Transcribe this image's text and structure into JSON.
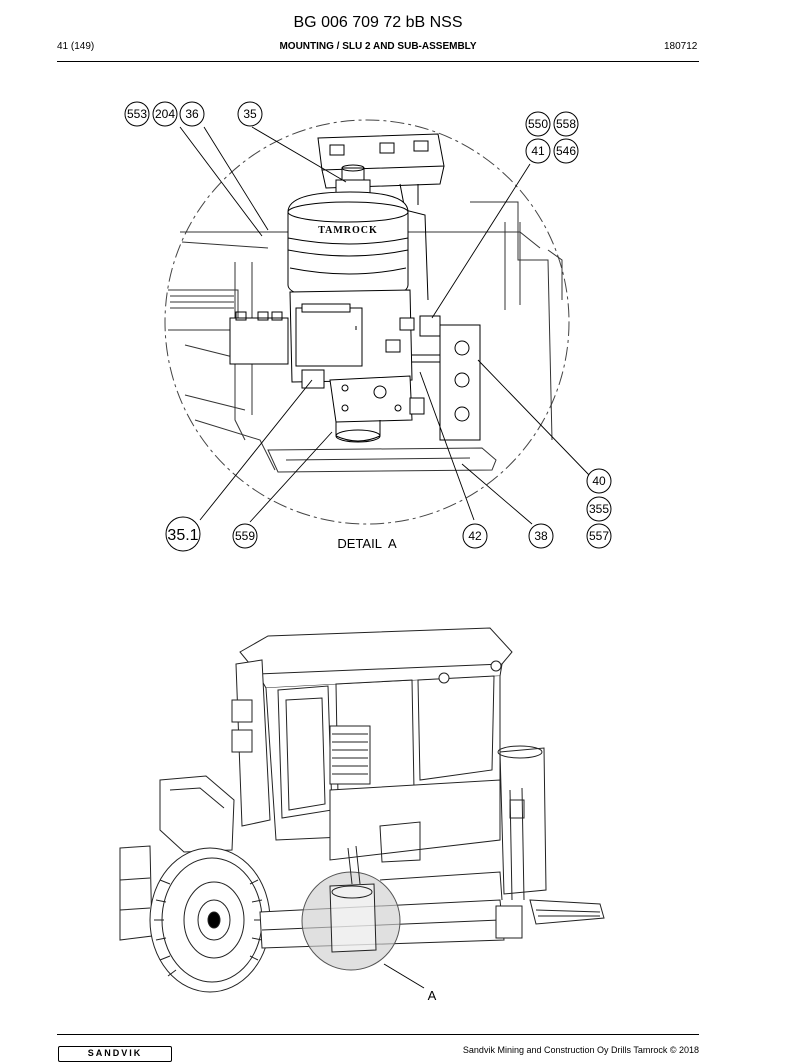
{
  "header": {
    "doc_title": "BG 006 709 72 bB NSS",
    "page_number": "41 (149)",
    "section_title": "MOUNTING / SLU 2 AND SUB-ASSEMBLY",
    "date_code": "180712"
  },
  "detail": {
    "caption": "DETAIL  A",
    "brand_plate": "TAMROCK",
    "callouts": [
      "553",
      "204",
      "36",
      "35",
      "550",
      "558",
      "41",
      "546",
      "40",
      "355",
      "557",
      "38",
      "42",
      "559",
      "35.1"
    ]
  },
  "overview": {
    "detail_marker": "A"
  },
  "footer": {
    "logo": "SANDVIK",
    "copyright": "Sandvik Mining and Construction Oy Drills Tamrock © 2018"
  }
}
